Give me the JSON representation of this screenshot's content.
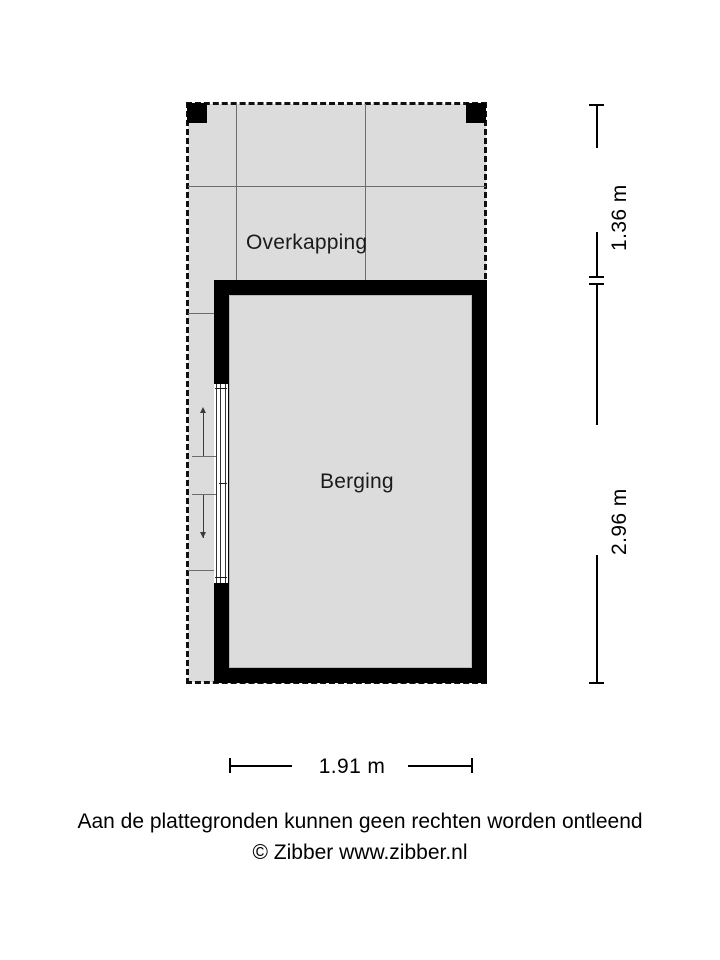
{
  "document": {
    "type": "floor-plan",
    "title": "Berging / Overkapping plattegrond"
  },
  "plan": {
    "rooms": [
      {
        "id": "overkapping",
        "label": "Overkapping",
        "style": "dashed-canopy"
      },
      {
        "id": "berging",
        "label": "Berging",
        "style": "solid-walls"
      }
    ],
    "features": [
      {
        "id": "sliding-door",
        "label": "Schuifdeur",
        "wall": "left",
        "arrows": [
          "up",
          "down"
        ]
      },
      {
        "id": "post-top-left",
        "label": "Paal"
      },
      {
        "id": "post-top-right",
        "label": "Paal"
      }
    ]
  },
  "dimensions": {
    "vertical": [
      {
        "id": "dim-overkapping-depth",
        "value": "1.36 m"
      },
      {
        "id": "dim-berging-depth",
        "value": "2.96 m"
      }
    ],
    "horizontal": [
      {
        "id": "dim-width",
        "value": "1.91 m"
      }
    ]
  },
  "footer": {
    "disclaimer": "Aan de plattegronden kunnen geen rechten worden ontleend",
    "copyright": "© Zibber www.zibber.nl"
  },
  "colors": {
    "wall": "#000000",
    "room_fill": "#dcdcdc",
    "grid_line": "#6d6d6d",
    "background": "#ffffff",
    "text": "#000000"
  }
}
